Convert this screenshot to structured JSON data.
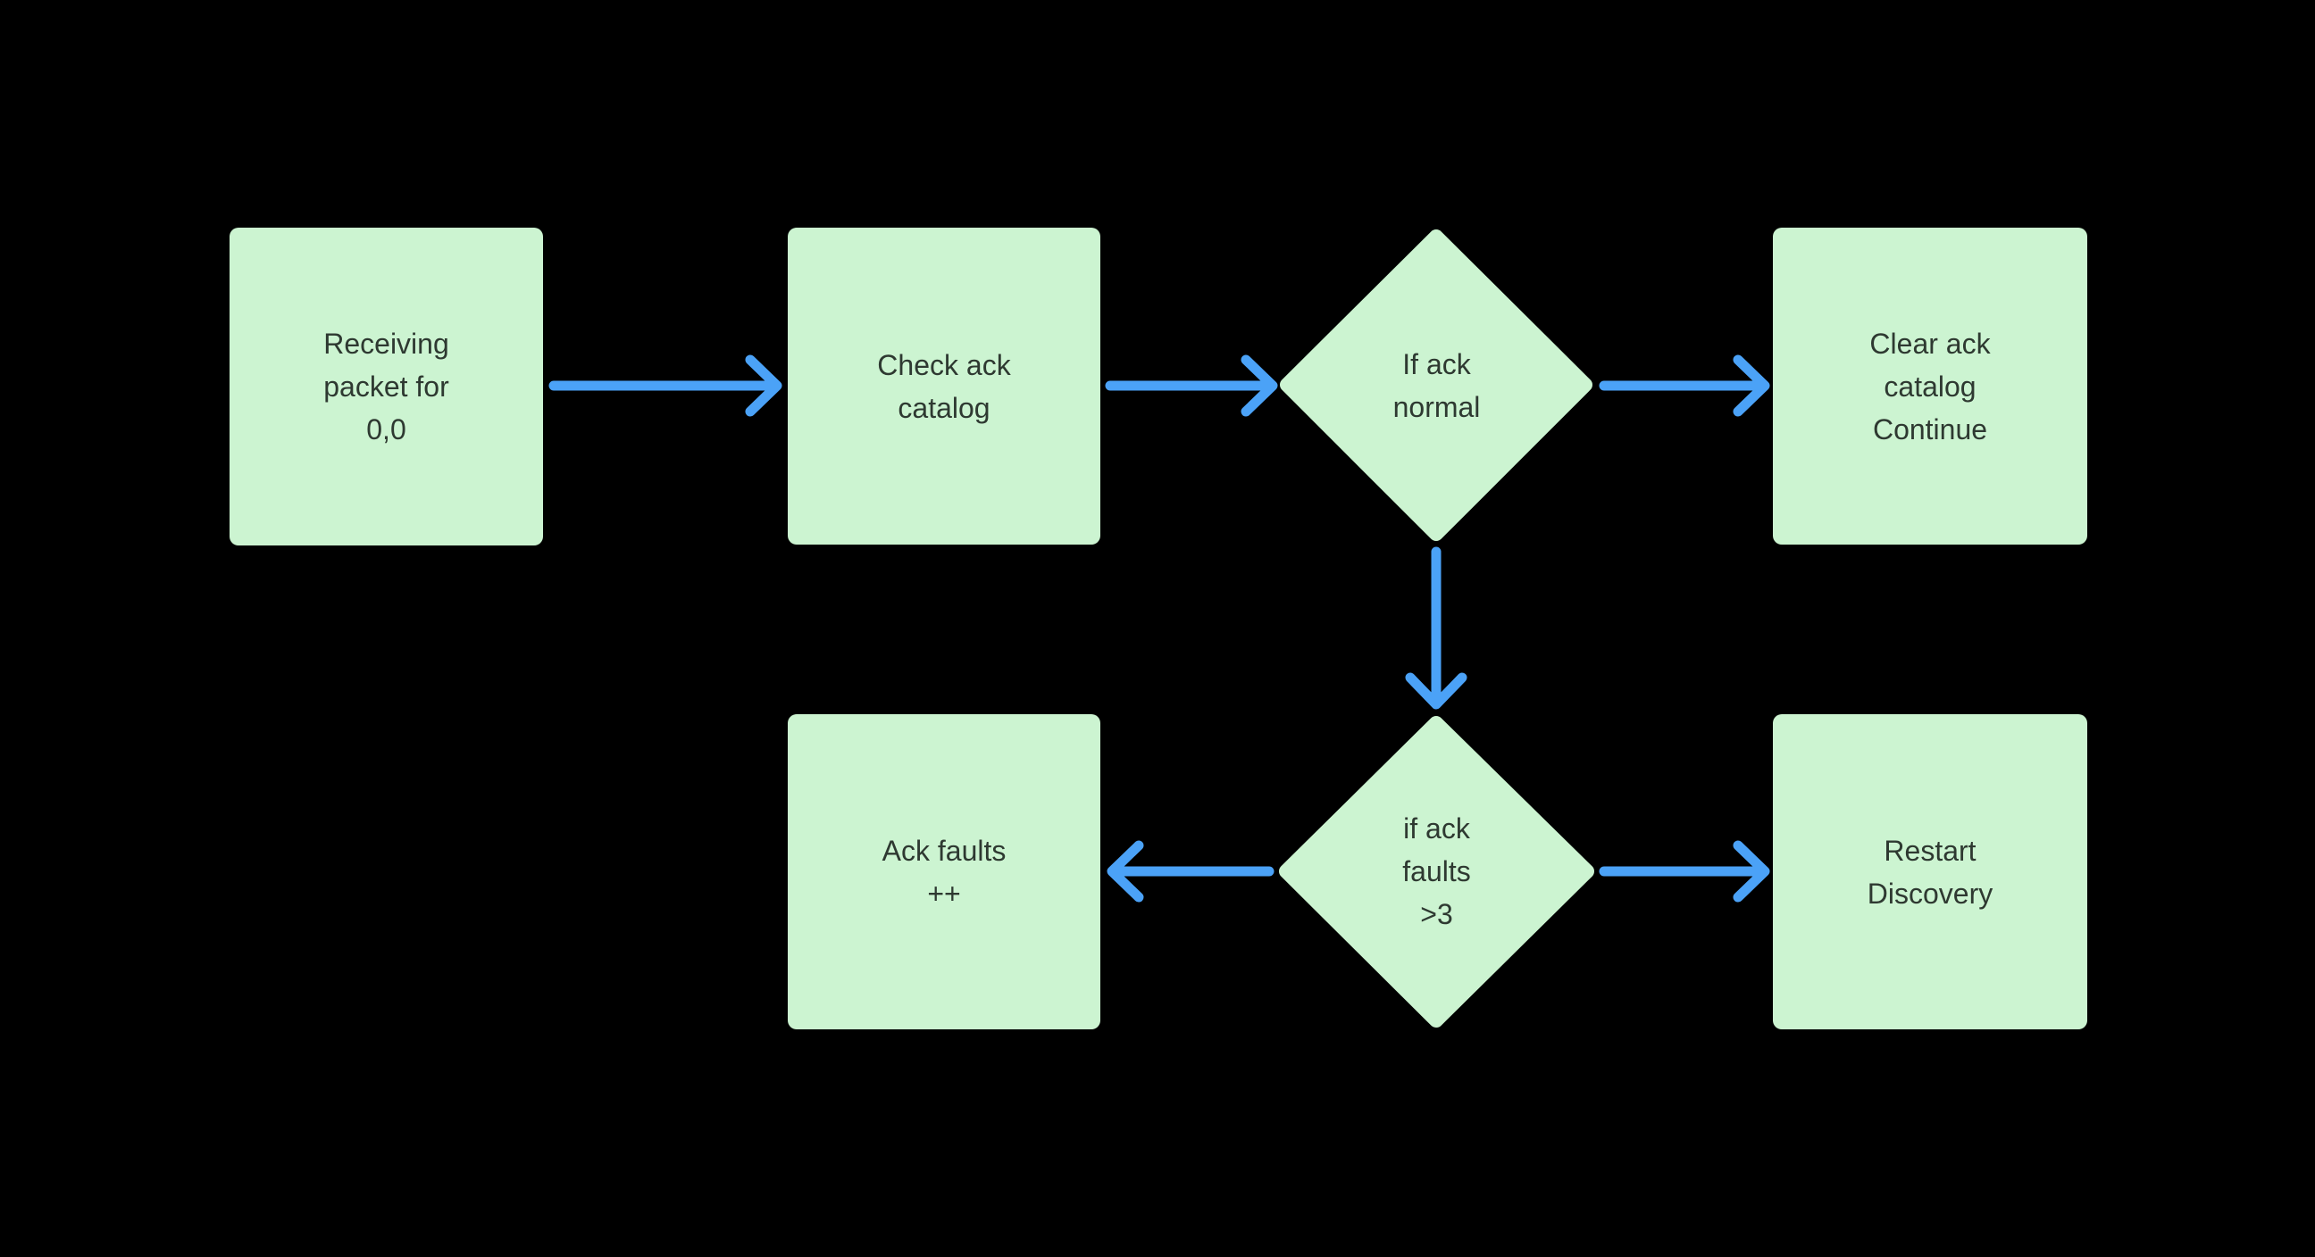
{
  "palette": {
    "background": "#000000",
    "node_fill": "#ccf4d1",
    "arrow": "#4ba2f7",
    "text": "#2e3931"
  },
  "diagram": {
    "type": "flowchart",
    "nodes": [
      {
        "id": "receiving-packet",
        "shape": "rectangle",
        "label": "Receiving\npacket for\n0,0"
      },
      {
        "id": "check-ack-catalog",
        "shape": "rectangle",
        "label": "Check ack\ncatalog"
      },
      {
        "id": "if-ack-normal",
        "shape": "diamond",
        "label": "If ack\nnormal"
      },
      {
        "id": "clear-ack-catalog-continue",
        "shape": "rectangle",
        "label": "Clear ack\ncatalog\nContinue"
      },
      {
        "id": "ack-faults-increment",
        "shape": "rectangle",
        "label": "Ack faults\n++"
      },
      {
        "id": "if-ack-faults-gt-3",
        "shape": "diamond",
        "label": "if ack\nfaults\n>3"
      },
      {
        "id": "restart-discovery",
        "shape": "rectangle",
        "label": "Restart\nDiscovery"
      }
    ],
    "edges": [
      {
        "from": "receiving-packet",
        "to": "check-ack-catalog",
        "direction": "right"
      },
      {
        "from": "check-ack-catalog",
        "to": "if-ack-normal",
        "direction": "right"
      },
      {
        "from": "if-ack-normal",
        "to": "clear-ack-catalog-continue",
        "direction": "right"
      },
      {
        "from": "if-ack-normal",
        "to": "if-ack-faults-gt-3",
        "direction": "down"
      },
      {
        "from": "if-ack-faults-gt-3",
        "to": "ack-faults-increment",
        "direction": "left"
      },
      {
        "from": "if-ack-faults-gt-3",
        "to": "restart-discovery",
        "direction": "right"
      }
    ]
  }
}
